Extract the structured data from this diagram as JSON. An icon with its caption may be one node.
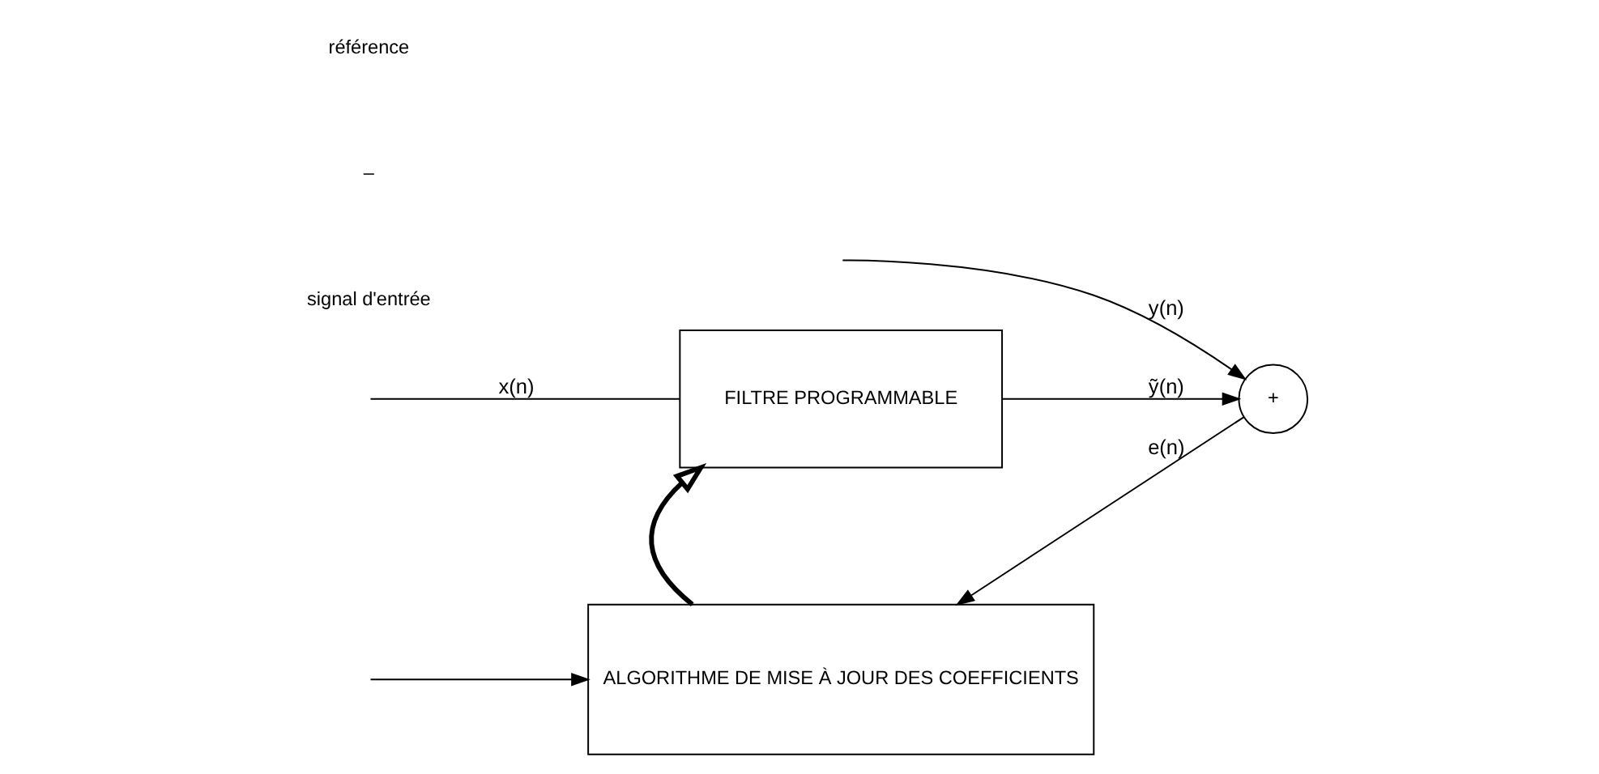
{
  "diagram": {
    "nodes": [
      {
        "text": [
          "FILTRE PROGRAMMABLE"
        ]
      },
      {
        "text": [
          "+"
        ]
      },
      {
        "text": [
          "ALGORITHME DE MISE À JOUR DES COEFFICIENTS"
        ]
      }
    ],
    "edges": [
      {
        "from": null,
        "to": 0,
        "arrow": "none",
        "label": "x(n)"
      },
      {
        "from": null,
        "to": 2,
        "arrow": "to"
      },
      {
        "from": 0,
        "to": 1,
        "arrow": "to",
        "label": "ỹ(n)"
      },
      {
        "from": null,
        "to": 1,
        "arrow": "to",
        "label": "y(n)"
      },
      {
        "from": 1,
        "to": 2,
        "arrow": "to",
        "label": "e(n)"
      },
      {
        "from": 2,
        "to": 0,
        "arrow": "to",
        "style": "thick"
      }
    ],
    "labels": [
      "signal d'entrée",
      "–",
      "référence"
    ]
  }
}
